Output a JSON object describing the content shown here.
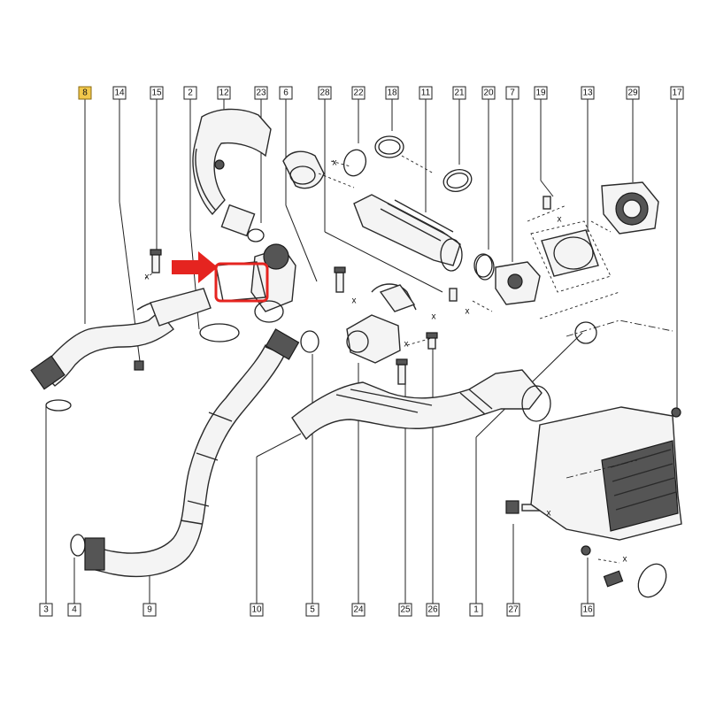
{
  "diagram": {
    "labels_top": [
      {
        "id": "8",
        "text": "8",
        "highlighted": true
      },
      {
        "id": "14",
        "text": "14"
      },
      {
        "id": "15",
        "text": "15"
      },
      {
        "id": "2",
        "text": "2"
      },
      {
        "id": "12",
        "text": "12"
      },
      {
        "id": "23",
        "text": "23"
      },
      {
        "id": "6",
        "text": "6"
      },
      {
        "id": "28",
        "text": "28"
      },
      {
        "id": "22",
        "text": "22"
      },
      {
        "id": "18",
        "text": "18"
      },
      {
        "id": "11",
        "text": "11"
      },
      {
        "id": "21",
        "text": "21"
      },
      {
        "id": "20",
        "text": "20"
      },
      {
        "id": "7",
        "text": "7"
      },
      {
        "id": "19",
        "text": "19"
      },
      {
        "id": "13",
        "text": "13"
      },
      {
        "id": "29",
        "text": "29"
      },
      {
        "id": "17",
        "text": "17"
      }
    ],
    "labels_bottom": [
      {
        "id": "3",
        "text": "3"
      },
      {
        "id": "4",
        "text": "4"
      },
      {
        "id": "9",
        "text": "9"
      },
      {
        "id": "10",
        "text": "10"
      },
      {
        "id": "5",
        "text": "5"
      },
      {
        "id": "24",
        "text": "24"
      },
      {
        "id": "25",
        "text": "25"
      },
      {
        "id": "26",
        "text": "26"
      },
      {
        "id": "1",
        "text": "1"
      },
      {
        "id": "27",
        "text": "27"
      },
      {
        "id": "16",
        "text": "16"
      }
    ],
    "marker_glyph": "x",
    "colors": {
      "line": "#222222",
      "highlight_box": "#e52420",
      "highlight_arrow": "#e52420",
      "label_highlight_fill": "#f2c84b"
    }
  }
}
